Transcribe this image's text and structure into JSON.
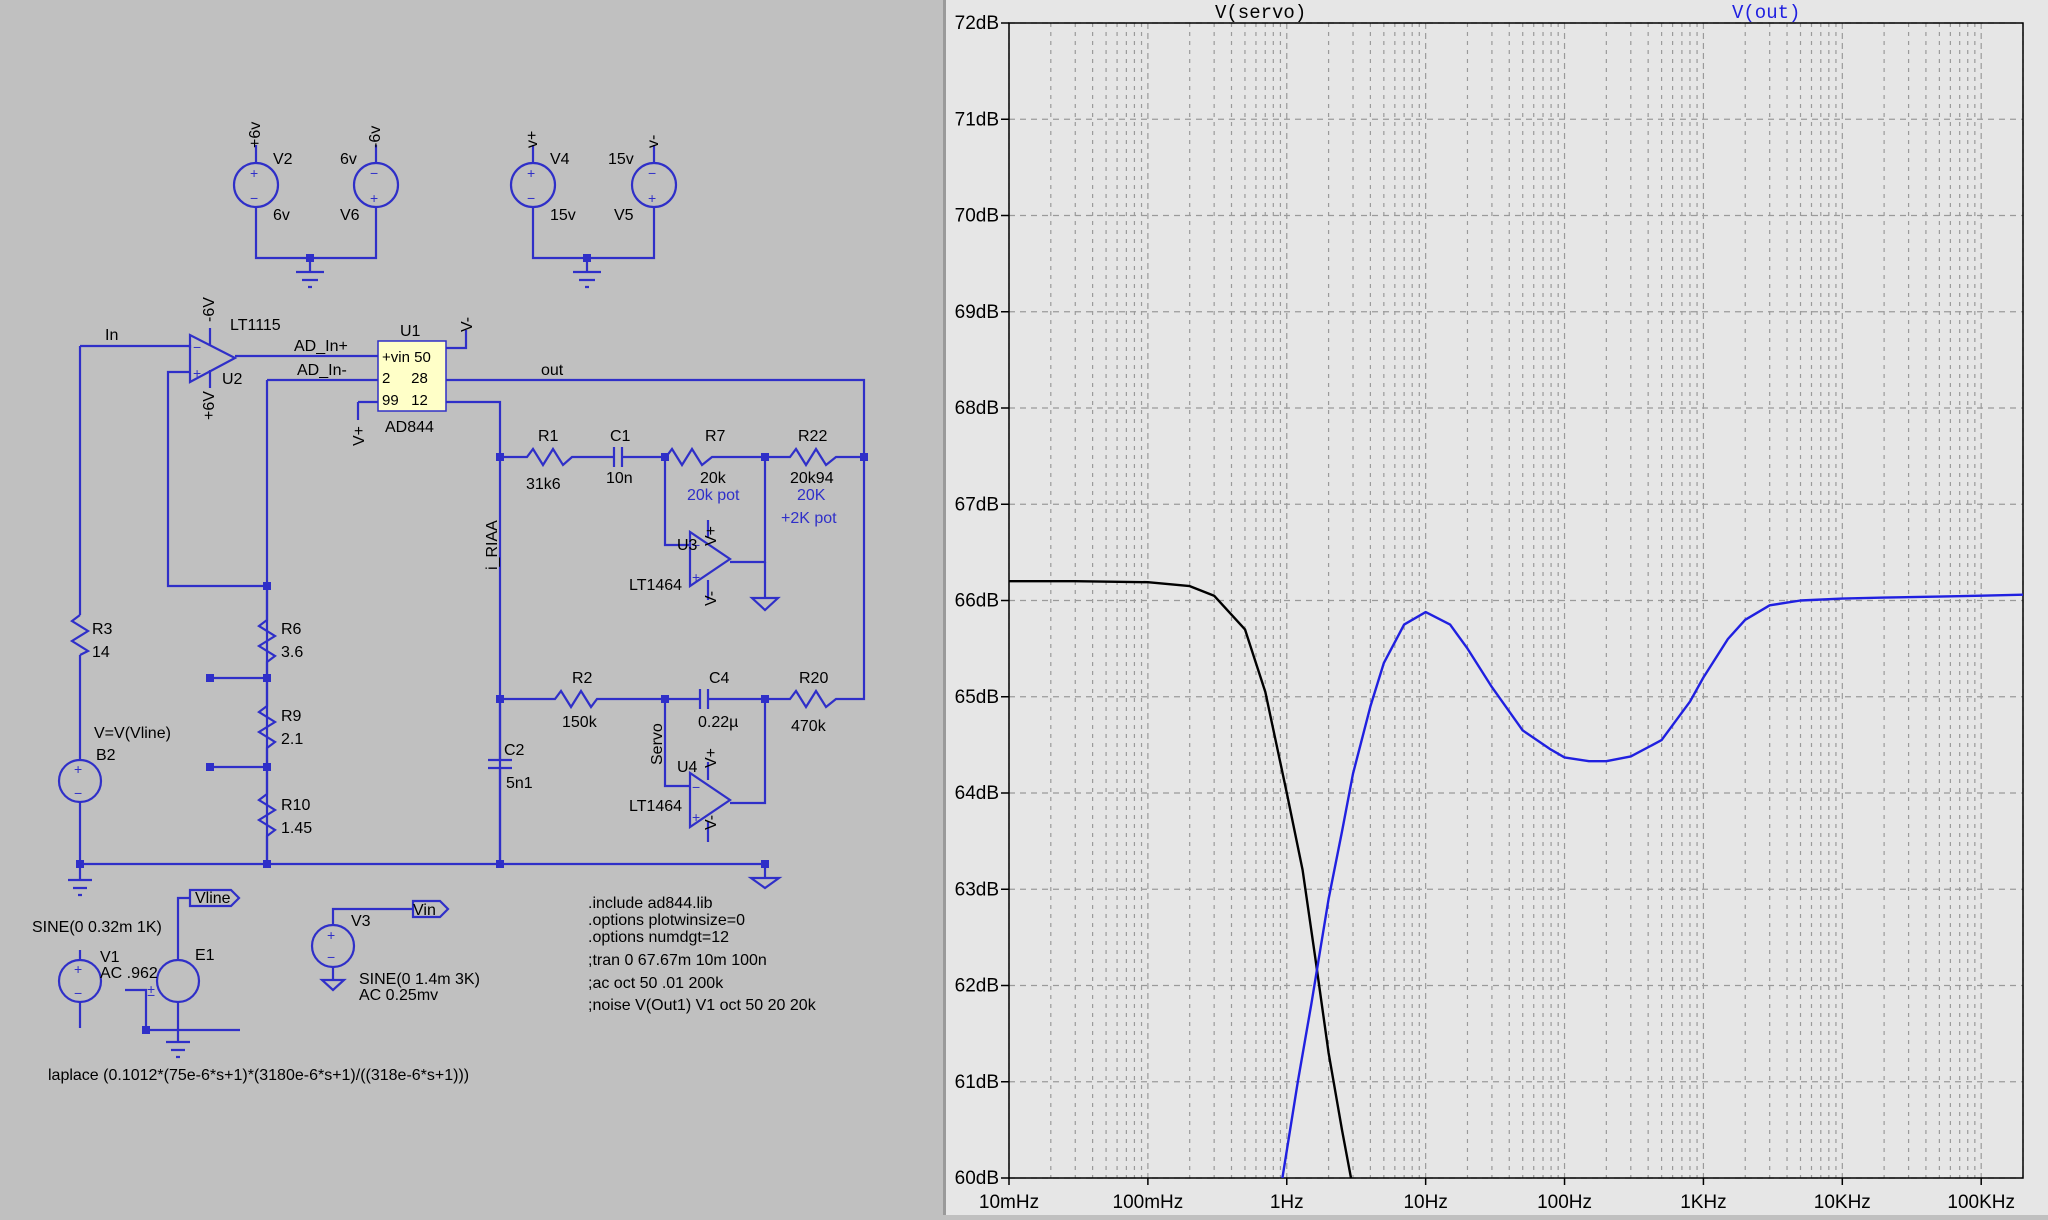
{
  "colors": {
    "wire": "#2f2fc8",
    "text": "#000000",
    "plot_bg": "#e6e6e6",
    "servo_trace": "#000000",
    "out_trace": "#2020e0",
    "grid": "#a0a0a0"
  },
  "schematic": {
    "sources": [
      {
        "name": "V2",
        "label": "+6v",
        "value": "6v"
      },
      {
        "name": "V6",
        "label": "-6v",
        "value": "6v"
      },
      {
        "name": "V4",
        "label": "v+",
        "value": "15v"
      },
      {
        "name": "V5",
        "label": "v-",
        "value": "15v"
      }
    ],
    "u2": {
      "ref": "U2",
      "model": "LT1115",
      "neg_supply": "-6V",
      "pos_supply": "+6V"
    },
    "u1": {
      "ref": "U1",
      "model": "AD844",
      "pins": [
        "+vin 50",
        "2     28",
        "99   12"
      ],
      "neg_supply": "V-",
      "pos_supply": "V+"
    },
    "nets": {
      "in": "In",
      "ad_in_p": "AD_In+",
      "ad_in_m": "AD_In-",
      "out": "out",
      "i_riaa": "i_RIAA",
      "servo": "Servo",
      "vline": "Vline",
      "vin": "Vin"
    },
    "components": {
      "r1": {
        "ref": "R1",
        "value": "31k6"
      },
      "c1": {
        "ref": "C1",
        "value": "10n"
      },
      "r7": {
        "ref": "R7",
        "value": "20k",
        "note": "20k pot"
      },
      "r22": {
        "ref": "R22",
        "value": "20k94",
        "note1": "20K",
        "note2": "+2K pot"
      },
      "u3": {
        "ref": "U3",
        "model": "LT1464",
        "pos": "V+",
        "neg": "V-"
      },
      "r3": {
        "ref": "R3",
        "value": "14"
      },
      "r6": {
        "ref": "R6",
        "value": "3.6"
      },
      "r9": {
        "ref": "R9",
        "value": "2.1"
      },
      "r10": {
        "ref": "R10",
        "value": "1.45"
      },
      "b2": {
        "ref": "B2",
        "expr": "V=V(Vline)"
      },
      "r2": {
        "ref": "R2",
        "value": "150k"
      },
      "c4": {
        "ref": "C4",
        "value": "0.22µ"
      },
      "r20": {
        "ref": "R20",
        "value": "470k"
      },
      "c2": {
        "ref": "C2",
        "value": "5n1"
      },
      "u4": {
        "ref": "U4",
        "model": "LT1464",
        "pos": "V+",
        "neg": "V-"
      },
      "v1": {
        "ref": "V1",
        "sine": "SINE(0 0.32m 1K)",
        "ac": "AC .962"
      },
      "e1": {
        "ref": "E1"
      },
      "v3": {
        "ref": "V3",
        "sine": "SINE(0 1.4m 3K)",
        "ac": "AC 0.25mv"
      }
    },
    "directives": [
      ".include ad844.lib",
      ".options plotwinsize=0",
      ".options numdgt=12",
      ";tran 0 67.67m 10m 100n",
      ";ac oct 50 .01 200k",
      ";noise V(Out1) V1 oct 50 20 20k"
    ],
    "laplace": "laplace (0.1012*(75e-6*s+1)*(3180e-6*s+1)/((318e-6*s+1)))"
  },
  "plot": {
    "trace_servo": "V(servo)",
    "trace_out": "V(out)",
    "y_ticks": [
      "72dB",
      "71dB",
      "70dB",
      "69dB",
      "68dB",
      "67dB",
      "66dB",
      "65dB",
      "64dB",
      "63dB",
      "62dB",
      "61dB",
      "60dB"
    ],
    "x_ticks": [
      "10mHz",
      "100mHz",
      "1Hz",
      "10Hz",
      "100Hz",
      "1KHz",
      "10KHz",
      "100KHz"
    ]
  },
  "chart_data": {
    "type": "line",
    "title": "",
    "xlabel": "",
    "ylabel": "",
    "x_scale": "log",
    "xlim": [
      0.01,
      200000
    ],
    "ylim": [
      60,
      72
    ],
    "grid": true,
    "series": [
      {
        "name": "V(servo)",
        "color": "#000000",
        "x": [
          0.01,
          0.03,
          0.1,
          0.2,
          0.3,
          0.5,
          0.7,
          1.0,
          1.3,
          1.6,
          2.0,
          2.5,
          2.9
        ],
        "y": [
          66.2,
          66.2,
          66.19,
          66.15,
          66.05,
          65.7,
          65.05,
          64.0,
          63.2,
          62.3,
          61.3,
          60.5,
          60.0
        ]
      },
      {
        "name": "V(out)",
        "color": "#2020e0",
        "x": [
          0.93,
          1.2,
          1.5,
          2.0,
          2.5,
          3.0,
          4.0,
          5.0,
          7.0,
          10,
          15,
          20,
          30,
          50,
          80,
          100,
          150,
          200,
          300,
          500,
          800,
          1000,
          1500,
          2000,
          3000,
          5000,
          10000,
          20000,
          50000,
          100000,
          200000
        ],
        "y": [
          60.0,
          61.0,
          61.8,
          62.9,
          63.6,
          64.2,
          64.9,
          65.35,
          65.75,
          65.88,
          65.75,
          65.5,
          65.1,
          64.65,
          64.45,
          64.37,
          64.33,
          64.33,
          64.38,
          64.55,
          64.95,
          65.2,
          65.6,
          65.8,
          65.95,
          66.0,
          66.02,
          66.03,
          66.04,
          66.05,
          66.06
        ]
      }
    ]
  }
}
